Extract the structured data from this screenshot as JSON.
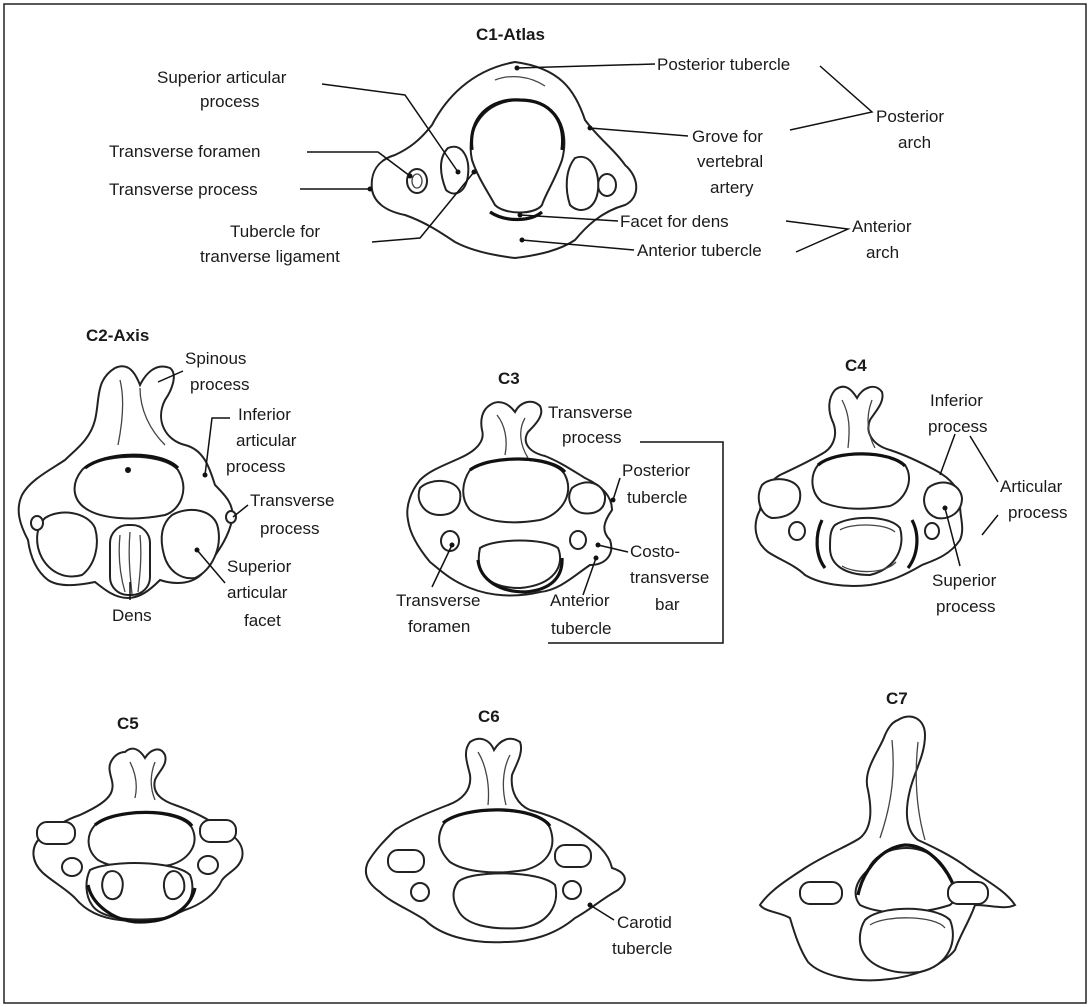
{
  "titles": {
    "c1": "C1-Atlas",
    "c2": "C2-Axis",
    "c3": "C3",
    "c4": "C4",
    "c5": "C5",
    "c6": "C6",
    "c7": "C7"
  },
  "c1_labels": {
    "superior_articular_1": "Superior articular",
    "superior_articular_2": "process",
    "transverse_foramen": "Transverse foramen",
    "transverse_process": "Transverse process",
    "tubercle_lig_1": "Tubercle for",
    "tubercle_lig_2": "tranverse ligament",
    "posterior_tubercle": "Posterior tubercle",
    "posterior_arch_1": "Posterior",
    "posterior_arch_2": "arch",
    "grove_1": "Grove for",
    "grove_2": "vertebral",
    "grove_3": "artery",
    "facet_dens": "Facet for dens",
    "anterior_tubercle": "Anterior tubercle",
    "anterior_arch_1": "Anterior",
    "anterior_arch_2": "arch"
  },
  "c2_labels": {
    "spinous_1": "Spinous",
    "spinous_2": "process",
    "inferior_1": "Inferior",
    "inferior_2": "articular",
    "inferior_3": "process",
    "transverse_1": "Transverse",
    "transverse_2": "process",
    "superior_1": "Superior",
    "superior_2": "articular",
    "superior_3": "facet",
    "dens": "Dens"
  },
  "c3_labels": {
    "transverse_1": "Transverse",
    "transverse_2": "process",
    "posterior_1": "Posterior",
    "posterior_2": "tubercle",
    "costo_1": "Costo-",
    "costo_2": "transverse",
    "costo_3": "bar",
    "foramen_1": "Transverse",
    "foramen_2": "foramen",
    "anterior_1": "Anterior",
    "anterior_2": "tubercle"
  },
  "c4_labels": {
    "inferior_1": "Inferior",
    "inferior_2": "process",
    "articular_1": "Articular",
    "articular_2": "process",
    "superior_1": "Superior",
    "superior_2": "process"
  },
  "c6_labels": {
    "carotid_1": "Carotid",
    "carotid_2": "tubercle"
  }
}
